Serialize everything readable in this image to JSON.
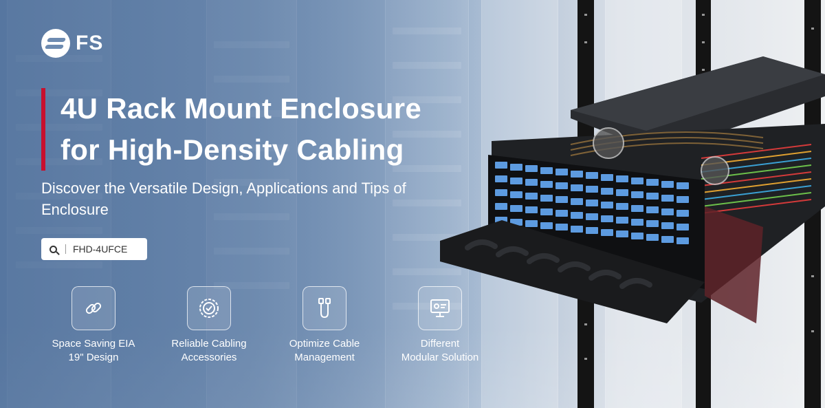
{
  "brand": {
    "name": "FS"
  },
  "headline": {
    "line1": "4U Rack Mount Enclosure",
    "line2": "for High-Density Cabling",
    "accent_color": "#c8102e"
  },
  "subtitle": "Discover the Versatile Design, Applications and Tips of Enclosure",
  "search": {
    "text": "FHD-4UFCE",
    "icon": "search-icon"
  },
  "features": [
    {
      "icon": "link-icon",
      "line1": "Space Saving EIA",
      "line2": "19\" Design"
    },
    {
      "icon": "check-badge-icon",
      "line1": "Reliable Cabling",
      "line2": "Accessories"
    },
    {
      "icon": "cable-icon",
      "line1": "Optimize Cable",
      "line2": "Management"
    },
    {
      "icon": "monitor-icon",
      "line1": "Different",
      "line2": "Modular Solution"
    }
  ],
  "colors": {
    "background": "#6f8db3",
    "text": "#ffffff",
    "enclosure": "#1d1f22",
    "connectors": "#5d9be0"
  }
}
